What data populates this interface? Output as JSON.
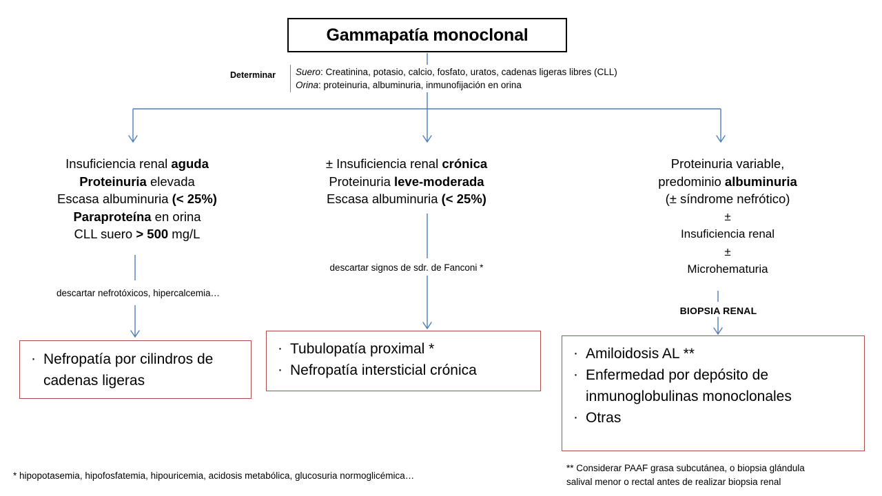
{
  "diagram": {
    "title": "Gammapatía monoclonal",
    "determinar": {
      "label": "Determinar",
      "serum_label": "Suero",
      "serum_text": ": Creatinina, potasio, calcio, fosfato, uratos, cadenas ligeras libres (CLL)",
      "urine_label": "Orina",
      "urine_text": ": proteinuria, albuminuria, inmunofijación en orina"
    },
    "branches": [
      {
        "id": "left",
        "lines": [
          {
            "pre": "Insuficiencia renal ",
            "bold": "aguda",
            "post": ""
          },
          {
            "pre": "",
            "bold": "Proteinuria",
            "post": " elevada"
          },
          {
            "pre": "Escasa albuminuria ",
            "bold": "(< 25%)",
            "post": ""
          },
          {
            "pre": "",
            "bold": "Paraproteína",
            "post": " en orina"
          },
          {
            "pre": "CLL suero ",
            "bold": "> 500",
            "post": " mg/L"
          }
        ],
        "note": "descartar nefrotóxicos, hipercalcemia…",
        "outcome": [
          "Nefropatía por cilindros de cadenas ligeras"
        ]
      },
      {
        "id": "middle",
        "lines": [
          {
            "pre": "±  Insuficiencia renal ",
            "bold": "crónica",
            "post": ""
          },
          {
            "pre": "Proteinuria ",
            "bold": "leve-moderada",
            "post": ""
          },
          {
            "pre": "Escasa albuminuria ",
            "bold": "(< 25%)",
            "post": ""
          }
        ],
        "note": "descartar signos de sdr. de Fanconi *",
        "outcome": [
          "Tubulopatía proximal *",
          "Nefropatía intersticial crónica"
        ]
      },
      {
        "id": "right",
        "lines": [
          {
            "pre": "Proteinuria variable,",
            "bold": "",
            "post": ""
          },
          {
            "pre": "predominio ",
            "bold": "albuminuria",
            "post": ""
          },
          {
            "pre": "(±   síndrome nefrótico)",
            "bold": "",
            "post": ""
          },
          {
            "pre": "±",
            "bold": "",
            "post": ""
          },
          {
            "pre": "Insuficiencia renal",
            "bold": "",
            "post": ""
          },
          {
            "pre": "±",
            "bold": "",
            "post": ""
          },
          {
            "pre": "Microhematuria",
            "bold": "",
            "post": ""
          }
        ],
        "note": "BIOPSIA RENAL",
        "outcome": [
          "Amiloidosis AL **",
          "Enfermedad por depósito de inmunoglobulinas monoclonales",
          "Otras"
        ]
      }
    ],
    "footnotes": {
      "one": "* hipopotasemia, hipofosfatemia, hipouricemia, acidosis metabólica, glucosuria normoglicémica…",
      "two_line1": "**  Considerar PAAF grasa subcutánea, o biopsia glándula",
      "two_line2": "salival menor o rectal antes de realizar biopsia renal"
    },
    "colors": {
      "title_border": "#000000",
      "outcome_border": "#b24a46",
      "connector": "#4a7ebb",
      "determinar_rule": "#808080",
      "text": "#000000",
      "background": "#ffffff"
    }
  }
}
